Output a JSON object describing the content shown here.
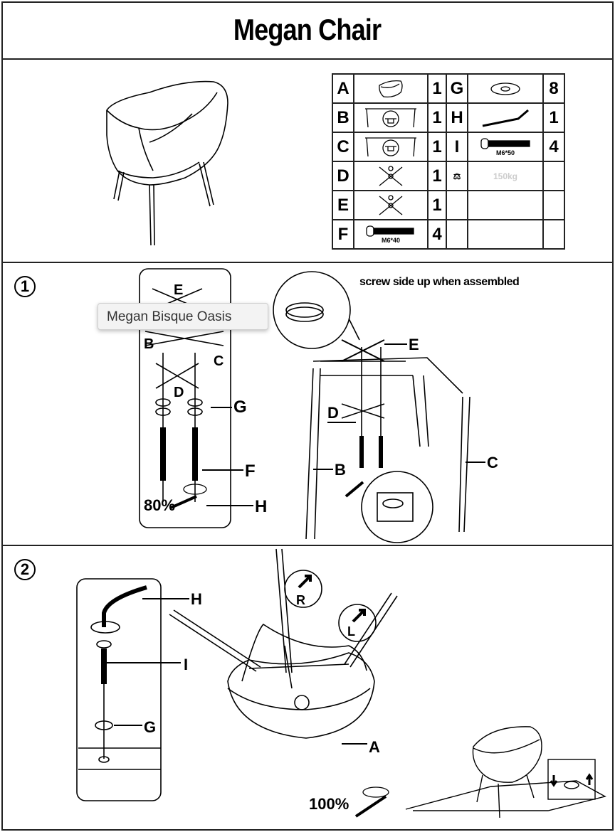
{
  "title": "Megan Chair",
  "parts": [
    {
      "letter": "A",
      "qty": "1",
      "icon": "seat-icon"
    },
    {
      "letter": "B",
      "qty": "1",
      "icon": "leg-frame-icon"
    },
    {
      "letter": "C",
      "qty": "1",
      "icon": "leg-frame-icon"
    },
    {
      "letter": "D",
      "qty": "1",
      "icon": "cross-bracket-icon"
    },
    {
      "letter": "E",
      "qty": "1",
      "icon": "cross-bracket-icon"
    },
    {
      "letter": "F",
      "qty": "4",
      "icon": "bolt-icon",
      "spec": "M6*40"
    }
  ],
  "parts_right": [
    {
      "letter": "G",
      "qty": "8",
      "icon": "washer-icon"
    },
    {
      "letter": "H",
      "qty": "1",
      "icon": "allen-key-icon"
    },
    {
      "letter": "I",
      "qty": "4",
      "icon": "bolt-icon",
      "spec": "M6*50"
    },
    {
      "letter": "",
      "qty": "",
      "icon": "weight-icon",
      "spec": "150kg"
    }
  ],
  "step1": {
    "number": "1",
    "caption": "screw side up when assembled",
    "labels": {
      "e": "E",
      "b": "B",
      "c": "C",
      "d": "D",
      "g": "G",
      "f": "F",
      "h": "H",
      "b2": "B",
      "c2": "C",
      "d2": "D",
      "e2": "E"
    },
    "torque": "80%"
  },
  "step2": {
    "number": "2",
    "labels": {
      "h": "H",
      "i": "I",
      "g": "G",
      "a": "A",
      "r": "R",
      "l": "L"
    },
    "torque": "100%"
  },
  "tooltip": "Megan Bisque Oasis"
}
